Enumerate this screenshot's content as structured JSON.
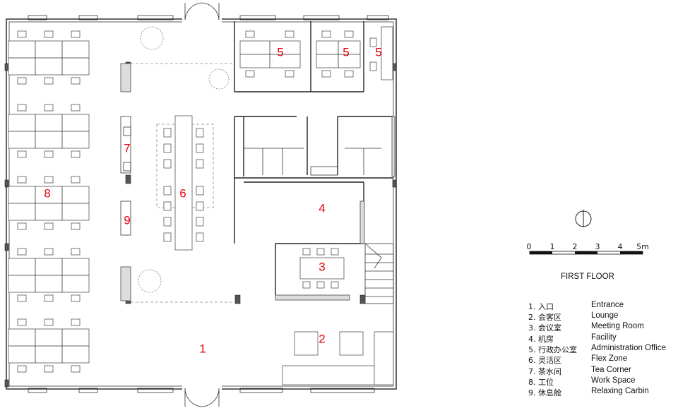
{
  "floor_title": "FIRST FLOOR",
  "scale_bar": {
    "ticks": [
      "0",
      "1",
      "2",
      "3",
      "4",
      "5m"
    ]
  },
  "room_numbers": {
    "entrance": "1",
    "lounge": "2",
    "meeting_room": "3",
    "facility": "4",
    "admin_office_a": "5",
    "admin_office_b": "5",
    "admin_office_c": "5",
    "flex_zone": "6",
    "tea_corner": "7",
    "work_space": "8",
    "relaxing_carbin": "9"
  },
  "legend": [
    {
      "zh": "1. 入口",
      "en": "Entrance"
    },
    {
      "zh": "2. 会客区",
      "en": "Lounge"
    },
    {
      "zh": "3. 会议室",
      "en": "Meeting Room"
    },
    {
      "zh": "4. 机房",
      "en": "Facility"
    },
    {
      "zh": "5. 行政办公室",
      "en": "Administration Office"
    },
    {
      "zh": "6. 灵活区",
      "en": "Flex Zone"
    },
    {
      "zh": "7. 茶水间",
      "en": "Tea Corner"
    },
    {
      "zh": "8. 工位",
      "en": "Work Space"
    },
    {
      "zh": "9. 休息舱",
      "en": "Relaxing Carbin"
    }
  ],
  "colors": {
    "room_number": "#e8000e",
    "walls": "#222222"
  }
}
